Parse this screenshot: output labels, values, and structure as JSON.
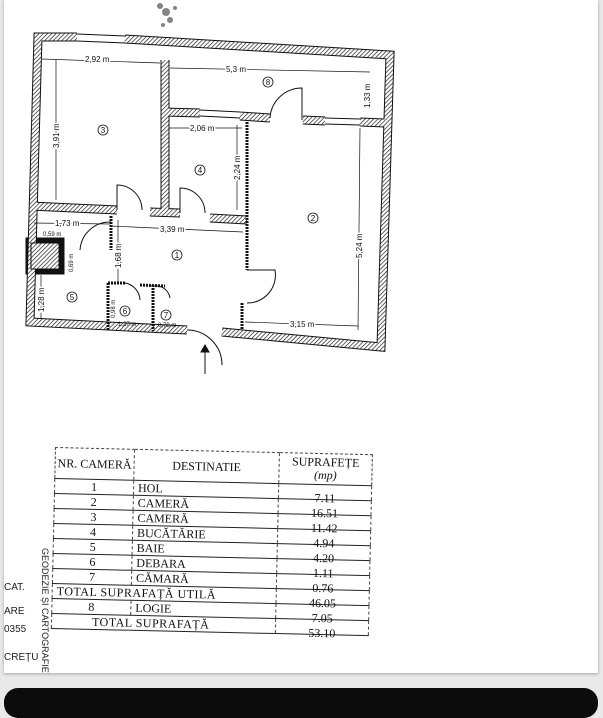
{
  "plan": {
    "rooms": [
      {
        "no": "1"
      },
      {
        "no": "2"
      },
      {
        "no": "3"
      },
      {
        "no": "4"
      },
      {
        "no": "5"
      },
      {
        "no": "6"
      },
      {
        "no": "7"
      },
      {
        "no": "8"
      }
    ],
    "dimensions": {
      "d1": "2,92 m",
      "d2": "5,3 m",
      "d3": "1,33 m",
      "d4": "3,91 m",
      "d5": "2,06 m",
      "d6": "2,24 m",
      "d7": "5,24 m",
      "d8": "1,73 m",
      "d9": "3,39 m",
      "d10": "0,59 m",
      "d11": "1,68 m",
      "d12": "0,69 m",
      "d13": "1,28 m",
      "d14": "0,98 m",
      "d15": "1,27 m",
      "d16": "0,78 m",
      "d17": "3,15 m"
    },
    "entrance_arrow": "arrow-up-icon"
  },
  "table": {
    "headers": {
      "nr": "NR. CAMERĂ",
      "dest": "DESTINATIE",
      "area": "SUPRAFEȚE",
      "unit": "(mp)"
    },
    "rows": [
      {
        "nr": "1",
        "dest": "HOL",
        "area": "7.11"
      },
      {
        "nr": "2",
        "dest": "CAMERĂ",
        "area": "16.51"
      },
      {
        "nr": "3",
        "dest": "CAMERĂ",
        "area": "11.42"
      },
      {
        "nr": "4",
        "dest": "BUCĂTĂRIE",
        "area": "4.94"
      },
      {
        "nr": "5",
        "dest": "BAIE",
        "area": "4.20"
      },
      {
        "nr": "6",
        "dest": "DEBARA",
        "area": "1.11"
      },
      {
        "nr": "7",
        "dest": "CĂMARĂ",
        "area": "0.76"
      }
    ],
    "total_util": {
      "label": "TOTAL SUPRAFAȚĂ UTILĂ",
      "area": "46.05"
    },
    "logie": {
      "nr": "8",
      "dest": "LOGIE",
      "area": "7.05"
    },
    "total": {
      "label": "TOTAL SUPRAFAȚĂ",
      "area": "53.10"
    }
  },
  "stamp": {
    "l1": "GEODEZIE ȘI CARTOGRAFIE",
    "l2": "CAT.",
    "l3": "ARE",
    "l4": "0355",
    "l5": "CREȚU"
  }
}
